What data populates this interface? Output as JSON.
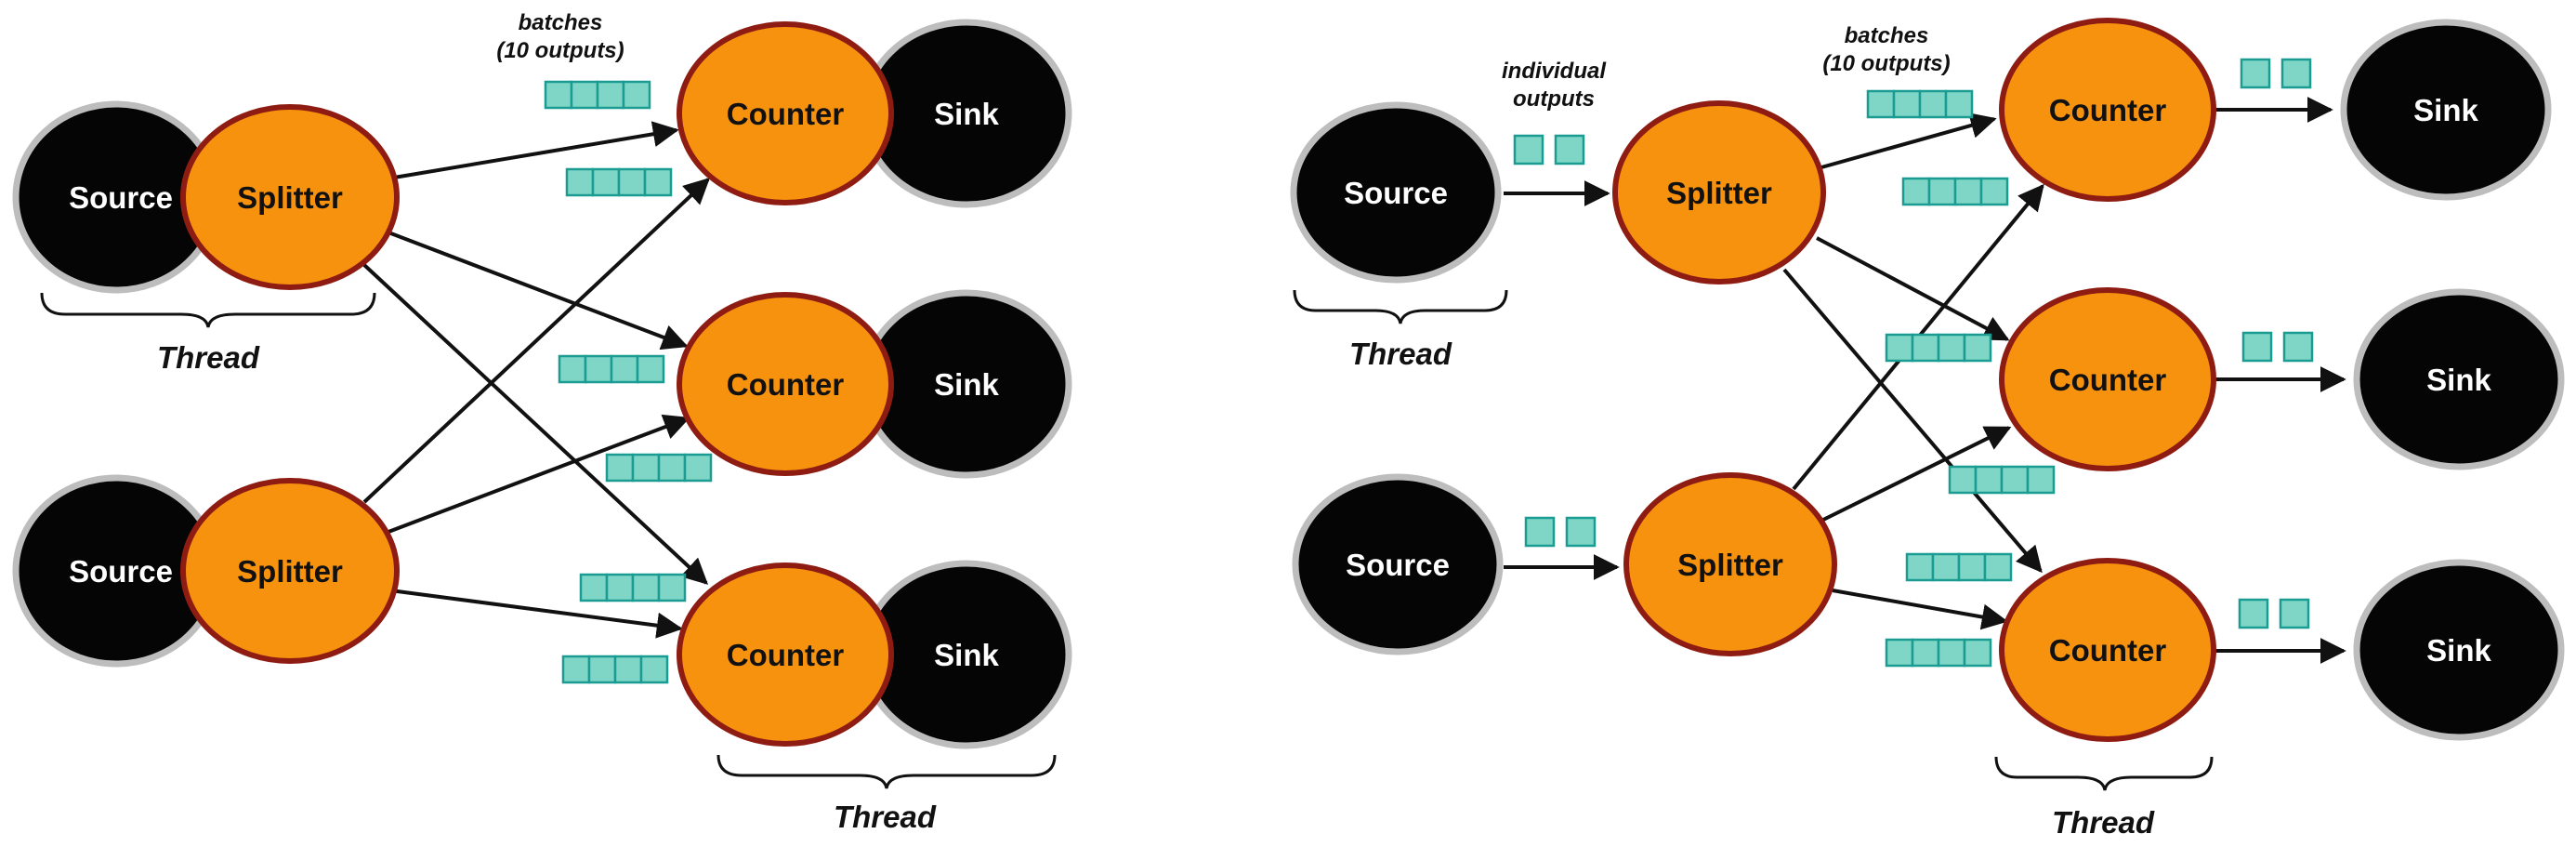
{
  "colors": {
    "source_sink_fill": "#050505",
    "source_sink_outline": "#bdbdbd",
    "operator_fill": "#f7920f",
    "operator_outline": "#8e1c12",
    "batch_cell_fill": "#7fd6c6",
    "batch_cell_outline": "#1b9c93",
    "arrow": "#111111"
  },
  "left": {
    "nodes": {
      "source_top": "Source",
      "splitter_top": "Splitter",
      "source_bottom": "Source",
      "splitter_bottom": "Splitter",
      "counter_1": "Counter",
      "counter_2": "Counter",
      "counter_3": "Counter",
      "sink_1": "Sink",
      "sink_2": "Sink",
      "sink_3": "Sink"
    },
    "batch_note_line1": "batches",
    "batch_note_line2": "(10 outputs)",
    "thread_source_label": "Thread",
    "thread_counter_label": "Thread",
    "batch_cells": 4,
    "edges": [
      [
        "splitter_top",
        "counter_1"
      ],
      [
        "splitter_top",
        "counter_2"
      ],
      [
        "splitter_top",
        "counter_3"
      ],
      [
        "splitter_bottom",
        "counter_1"
      ],
      [
        "splitter_bottom",
        "counter_2"
      ],
      [
        "splitter_bottom",
        "counter_3"
      ]
    ]
  },
  "right": {
    "nodes": {
      "source_top": "Source",
      "splitter_top": "Splitter",
      "source_bottom": "Source",
      "splitter_bottom": "Splitter",
      "counter_1": "Counter",
      "counter_2": "Counter",
      "counter_3": "Counter",
      "sink_1": "Sink",
      "sink_2": "Sink",
      "sink_3": "Sink"
    },
    "individual_note_line1": "individual",
    "individual_note_line2": "outputs",
    "batch_note_line1": "batches",
    "batch_note_line2": "(10 outputs)",
    "thread_source_label": "Thread",
    "thread_counter_label": "Thread",
    "individual_cells": 2,
    "batch_cells": 4,
    "edges": [
      [
        "source_top",
        "splitter_top"
      ],
      [
        "source_bottom",
        "splitter_bottom"
      ],
      [
        "splitter_top",
        "counter_1"
      ],
      [
        "splitter_top",
        "counter_2"
      ],
      [
        "splitter_top",
        "counter_3"
      ],
      [
        "splitter_bottom",
        "counter_1"
      ],
      [
        "splitter_bottom",
        "counter_2"
      ],
      [
        "splitter_bottom",
        "counter_3"
      ],
      [
        "counter_1",
        "sink_1"
      ],
      [
        "counter_2",
        "sink_2"
      ],
      [
        "counter_3",
        "sink_3"
      ]
    ]
  }
}
